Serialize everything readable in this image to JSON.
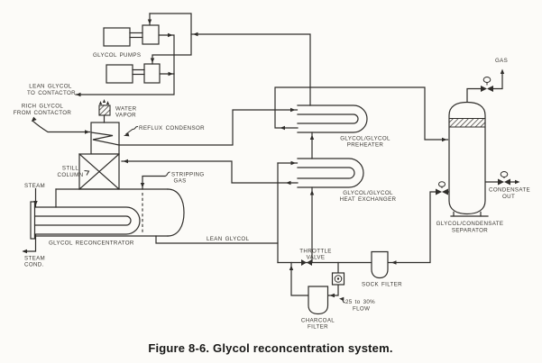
{
  "figure": {
    "caption": "Figure 8-6. Glycol reconcentration system."
  },
  "labels": {
    "glycol_pumps": "GLYCOL PUMPS",
    "lean_to_contactor_1": "LEAN GLYCOL",
    "lean_to_contactor_2": "TO CONTACTOR",
    "rich_from_contactor_1": "RICH GLYCOL",
    "rich_from_contactor_2": "FROM CONTACTOR",
    "water_vapor_1": "WATER",
    "water_vapor_2": "VAPOR",
    "reflux_condensor": "REFLUX CONDENSOR",
    "still_column_1": "STILL",
    "still_column_2": "COLUMN",
    "stripping_gas_1": "STRIPPING",
    "stripping_gas_2": "GAS",
    "steam": "STEAM",
    "glycol_reconcentrator": "GLYCOL RECONCENTRATOR",
    "steam_cond_1": "STEAM",
    "steam_cond_2": "COND.",
    "lean_glycol_line": "LEAN GLYCOL",
    "preheater_1": "GLYCOL/GLYCOL",
    "preheater_2": "PREHEATER",
    "heat_exchanger_1": "GLYCOL/GLYCOL",
    "heat_exchanger_2": "HEAT EXCHANGER",
    "throttle_valve_1": "THROTTLE",
    "throttle_valve_2": "VALVE",
    "sock_filter": "SOCK FILTER",
    "charcoal_filter_1": "CHARCOAL",
    "charcoal_filter_2": "FILTER",
    "flow_note_1": "25 to 30%",
    "flow_note_2": "FLOW",
    "gas": "GAS",
    "condensate_out_1": "CONDENSATE",
    "condensate_out_2": "OUT",
    "separator_1": "GLYCOL/CONDENSATE",
    "separator_2": "SEPARATOR"
  },
  "colors": {
    "ink": "#2f2d2a",
    "text": "#3b3833",
    "background": "#fcfbf8"
  }
}
